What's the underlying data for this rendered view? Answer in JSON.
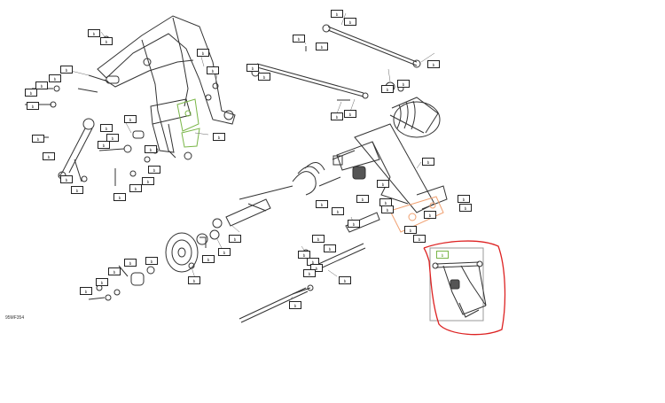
{
  "diagram_code": "95MF354",
  "colors": {
    "line": "#333333",
    "highlight_green": "#7ab648",
    "highlight_orange": "#f0a070",
    "callout_red": "#dd2222"
  },
  "part_labels": [
    "b",
    "b",
    "b",
    "b",
    "b",
    "b",
    "b",
    "b",
    "b",
    "b",
    "b",
    "b",
    "b",
    "b",
    "b",
    "b",
    "b",
    "b",
    "b",
    "b",
    "b",
    "b",
    "b",
    "b",
    "b",
    "b",
    "b",
    "b",
    "b",
    "b",
    "b",
    "b",
    "b",
    "b",
    "b",
    "b",
    "b",
    "b",
    "b",
    "b",
    "b",
    "b",
    "b",
    "b",
    "b",
    "b",
    "b",
    "b",
    "b",
    "b",
    "b",
    "b",
    "b",
    "b",
    "b",
    "b",
    "b",
    "b",
    "b",
    "b",
    "b",
    "b",
    "b",
    "b",
    "b"
  ]
}
